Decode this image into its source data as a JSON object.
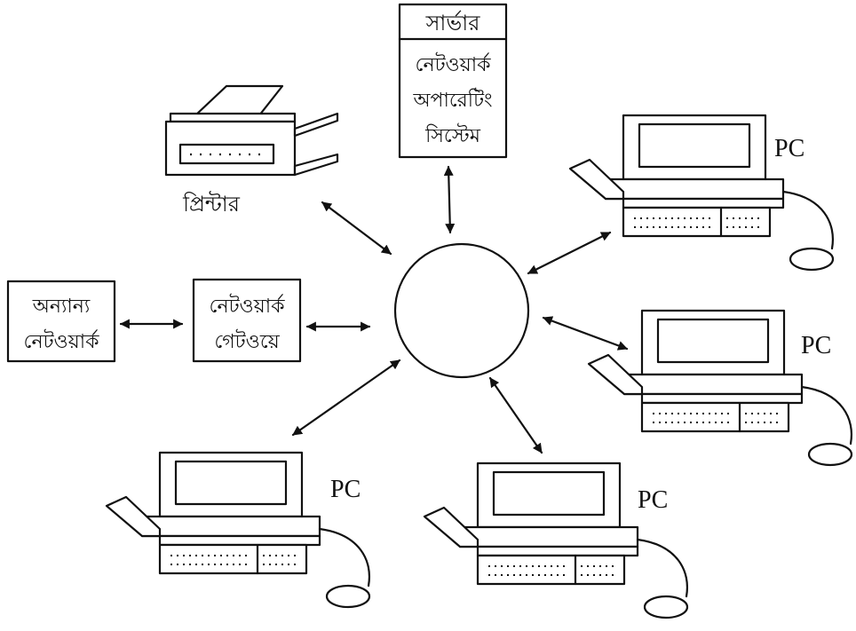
{
  "server": {
    "title": "সার্ভার",
    "lines": [
      "নেটওয়ার্ক",
      "অপারেটিং",
      "সিস্টেম"
    ]
  },
  "printer": {
    "label": "প্রিন্টার"
  },
  "gateway": {
    "lines": [
      "নেটওয়ার্ক",
      "গেটওয়ে"
    ]
  },
  "other_network": {
    "lines": [
      "অন্যান্য",
      "নেটওয়ার্ক"
    ]
  },
  "computers": [
    {
      "label": "PC"
    },
    {
      "label": "PC"
    },
    {
      "label": "PC"
    },
    {
      "label": "PC"
    }
  ]
}
